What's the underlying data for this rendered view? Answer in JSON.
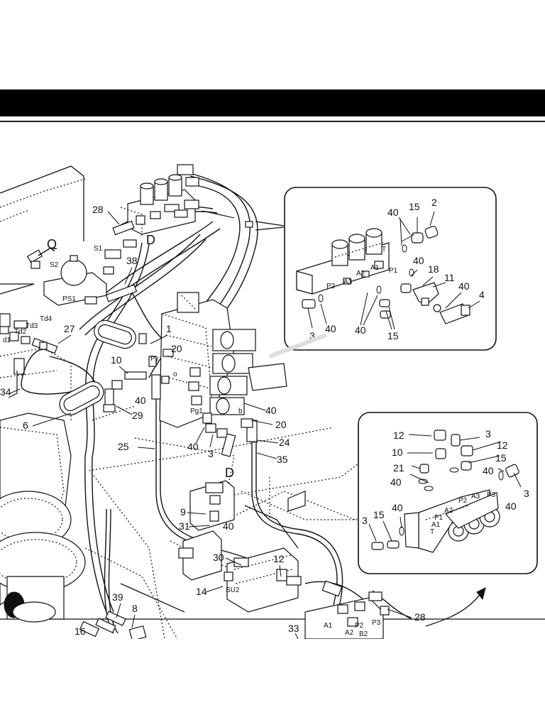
{
  "main_labels": {
    "n28a": "28",
    "n38": "38",
    "n27": "27",
    "n1": "1",
    "n20a": "20",
    "n10a": "10",
    "n40a": "40",
    "n6": "6",
    "n29": "29",
    "n25": "25",
    "n40b": "40",
    "n3a": "3",
    "n20b": "20",
    "n24": "24",
    "n35": "35",
    "n40c": "40",
    "n9": "9",
    "n40d": "40",
    "n31": "31",
    "n30": "30",
    "n12a": "12",
    "n14": "14",
    "n39": "39",
    "n8": "8",
    "n16": "16",
    "n33": "33",
    "n28b": "28",
    "n34": "34",
    "Q": "Q",
    "D1": "D",
    "D2": "D",
    "S1": "S1",
    "S2": "S2",
    "PS1": "PS1",
    "Td2": "Td2",
    "Td3": "Td3",
    "Td4": "Td4",
    "d1": "d1",
    "Py": "Py",
    "Pg1": "Pg1",
    "b": "b",
    "o": "o",
    "SU2": "SU2",
    "A1": "A1",
    "P3": "P3",
    "P2": "P2",
    "A2": "A2",
    "B2": "B2"
  },
  "inset_top": {
    "n40a": "40",
    "n15a": "15",
    "n2": "2",
    "n40b": "40",
    "n18": "18",
    "n11": "11",
    "n40c": "40",
    "n4": "4",
    "n3": "3",
    "n40d": "40",
    "n40e": "40",
    "n15b": "15",
    "T": "T",
    "A1": "A1",
    "P1": "P1",
    "A2": "A2",
    "A3": "A3",
    "P2": "P2"
  },
  "inset_bottom": {
    "n12a": "12",
    "n3a": "3",
    "n12b": "12",
    "n10": "10",
    "n15a": "15",
    "n21": "21",
    "n40a": "40",
    "n40b": "40",
    "n3b": "3",
    "n40c": "40",
    "n3c": "3",
    "n15b": "15",
    "n40d": "40",
    "P1": "P1",
    "A1": "A1",
    "A2": "A2",
    "P2": "P2",
    "A3": "A3",
    "P3": "P3",
    "T": "T"
  }
}
